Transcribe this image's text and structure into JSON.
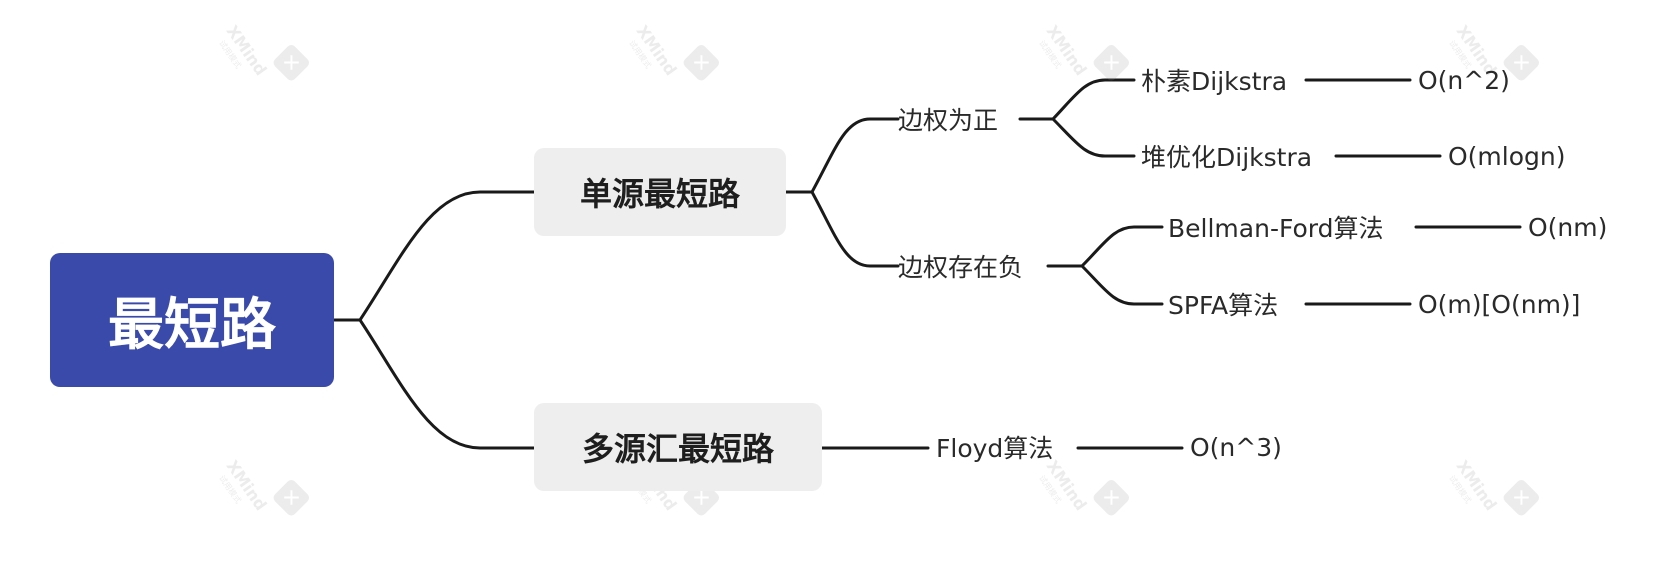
{
  "root": {
    "label": "最短路"
  },
  "branches": [
    {
      "label": "单源最短路",
      "children": [
        {
          "label": "边权为正",
          "children": [
            {
              "label": "朴素Dijkstra",
              "complexity": "O(n^2)"
            },
            {
              "label": "堆优化Dijkstra",
              "complexity": "O(mlogn)"
            }
          ]
        },
        {
          "label": "边权存在负",
          "children": [
            {
              "label": "Bellman-Ford算法",
              "complexity": "O(nm)"
            },
            {
              "label": "SPFA算法",
              "complexity": "O(m)[O(nm)]"
            }
          ]
        }
      ]
    },
    {
      "label": "多源汇最短路",
      "children": [
        {
          "label": "Floyd算法",
          "complexity": "O(n^3)"
        }
      ]
    }
  ],
  "watermark": {
    "brand": "XMind",
    "subtitle": "试用模式",
    "icon": "xmind-logo-icon"
  },
  "colors": {
    "root_bg": "#3a4aab",
    "branch_bg": "#eeeeee",
    "line": "#1a1a1a"
  }
}
